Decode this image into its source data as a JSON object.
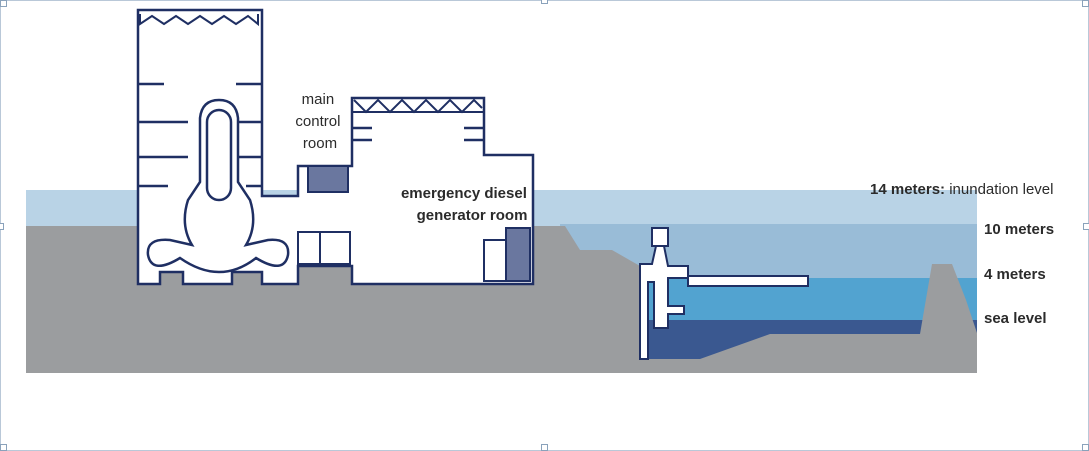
{
  "labels": {
    "main_control_room": [
      "main",
      "control",
      "room"
    ],
    "diesel_room": [
      "emergency diesel",
      "generator room"
    ],
    "inundation_bold": "14 meters:",
    "inundation_rest": " inundation level",
    "level_10": "10 meters",
    "level_4": "4 meters",
    "sea_level": "sea level"
  },
  "colors": {
    "ground": "#9b9d9f",
    "flood_14m": "#b9d3e6",
    "flood_10m": "#99bcd7",
    "sea_4m": "#52a3d0",
    "sea_deep": "#3a5890",
    "outline": "#1f2f63",
    "equipment": "#6a779f"
  }
}
